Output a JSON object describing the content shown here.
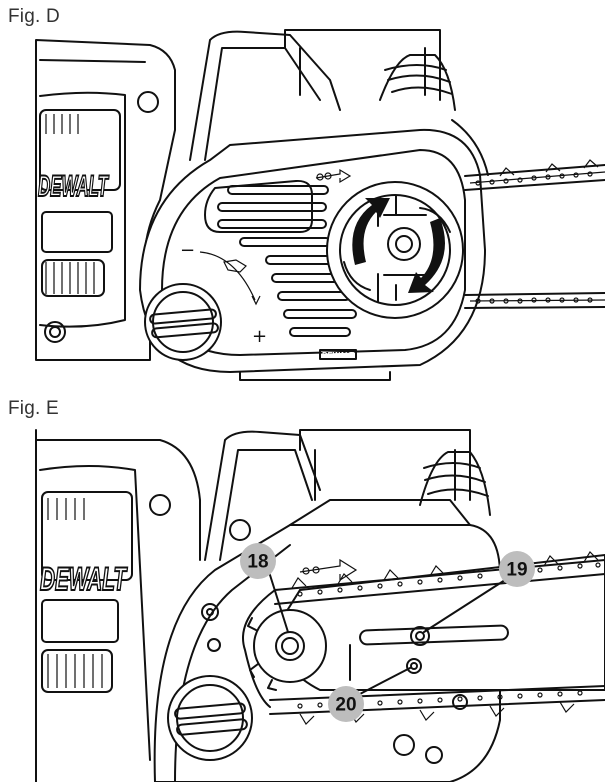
{
  "figures": [
    {
      "id": "D",
      "label": "Fig. D",
      "brand_text": "DEWALT",
      "plate_text": "DEWALT",
      "minus_symbol": "−",
      "plus_symbol": "+"
    },
    {
      "id": "E",
      "label": "Fig. E",
      "brand_text": "DEWALT",
      "callouts": [
        {
          "number": "18"
        },
        {
          "number": "19"
        },
        {
          "number": "20"
        }
      ]
    }
  ],
  "colors": {
    "line": "#111111",
    "callout_fill": "#bdbdbd",
    "background": "#ffffff"
  },
  "icons": [
    "rotation-arrows-icon",
    "chain-direction-arrow-icon",
    "tension-knob-icon"
  ]
}
